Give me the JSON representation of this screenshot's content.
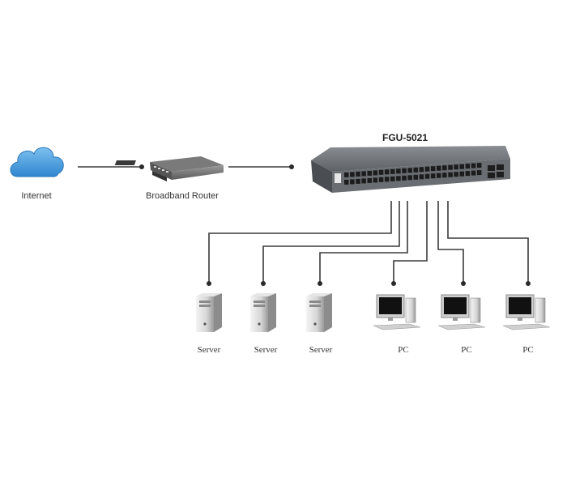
{
  "diagram": {
    "switch_label": "FGU-5021",
    "internet_label": "Internet",
    "router_label": "Broadband Router",
    "devices": [
      {
        "label": "Server",
        "type": "server"
      },
      {
        "label": "Server",
        "type": "server"
      },
      {
        "label": "Server",
        "type": "server"
      },
      {
        "label": "PC",
        "type": "pc"
      },
      {
        "label": "PC",
        "type": "pc"
      },
      {
        "label": "PC",
        "type": "pc"
      }
    ]
  },
  "icons": {
    "internet": "cloud-icon",
    "router": "router-icon",
    "switch": "network-switch-icon",
    "server": "server-tower-icon",
    "pc": "desktop-pc-icon"
  },
  "colors": {
    "cloud": "#3f97dc",
    "line": "#3a3a3a",
    "switch_body": "#6a6e72",
    "text": "#333333"
  }
}
